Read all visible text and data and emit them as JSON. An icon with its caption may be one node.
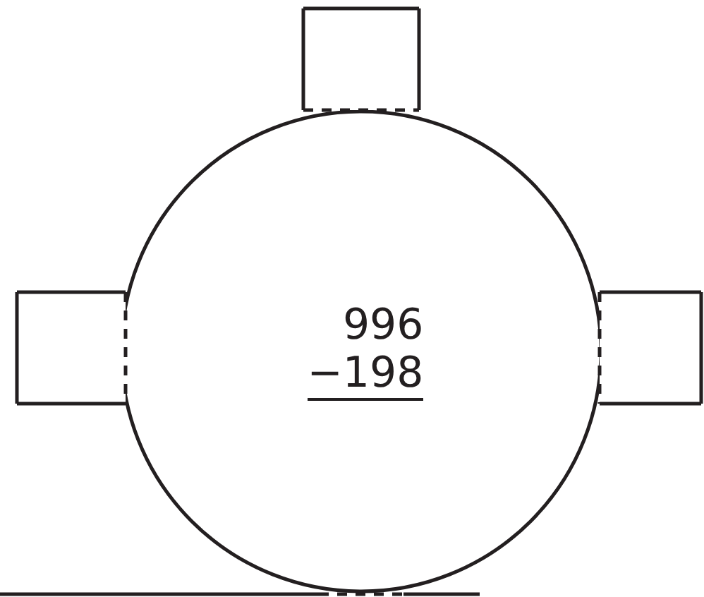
{
  "diagram": {
    "nodes": [
      {
        "text": [],
        "shape": "box"
      },
      {
        "text": [],
        "shape": "box"
      },
      {
        "text": [
          "996",
          "−198"
        ]
      },
      {
        "text": [],
        "shape": "box"
      }
    ]
  }
}
